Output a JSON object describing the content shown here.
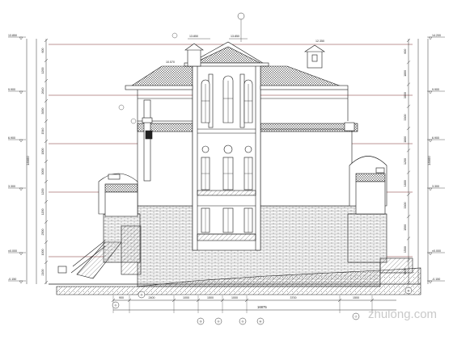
{
  "elevation_labels": {
    "left": [
      "13.850",
      "9.900",
      "6.900",
      "3.300",
      "±0.000",
      "-0.150"
    ],
    "right": [
      "14.200",
      "9.900",
      "6.900",
      "3.300",
      "±0.000",
      "-0.150"
    ],
    "roof_tags": [
      "13.850",
      "13.850",
      "12.350",
      "10.570"
    ]
  },
  "left_segment_dims": [
    "600",
    "1200",
    "2640",
    "3000",
    "1540",
    "1800",
    "3000",
    "1200",
    "1200",
    "2500",
    "1000",
    "2100"
  ],
  "left_total_dim": "14500",
  "right_segment_dims": [
    "600",
    "1800",
    "3000",
    "3300",
    "1800",
    "1200",
    "1800",
    "3300",
    "1500",
    "1500",
    "3000"
  ],
  "right_total_dim": "14500",
  "bottom_dims": [
    "900",
    "2400",
    "1000",
    "1500",
    "1000",
    "3700",
    "1500"
  ],
  "bottom_total_dim": "16875",
  "grid_bubbles": [
    "①",
    "②",
    "③",
    "④",
    "⑤",
    "⑥",
    "⑦",
    "⑧"
  ],
  "watermark": "zhulong.com",
  "colors": {
    "line": "#1a1a1a",
    "dim_line": "#333333",
    "guide": "#7a2a2a",
    "background": "#ffffff",
    "watermark": "#c9c9c9"
  }
}
